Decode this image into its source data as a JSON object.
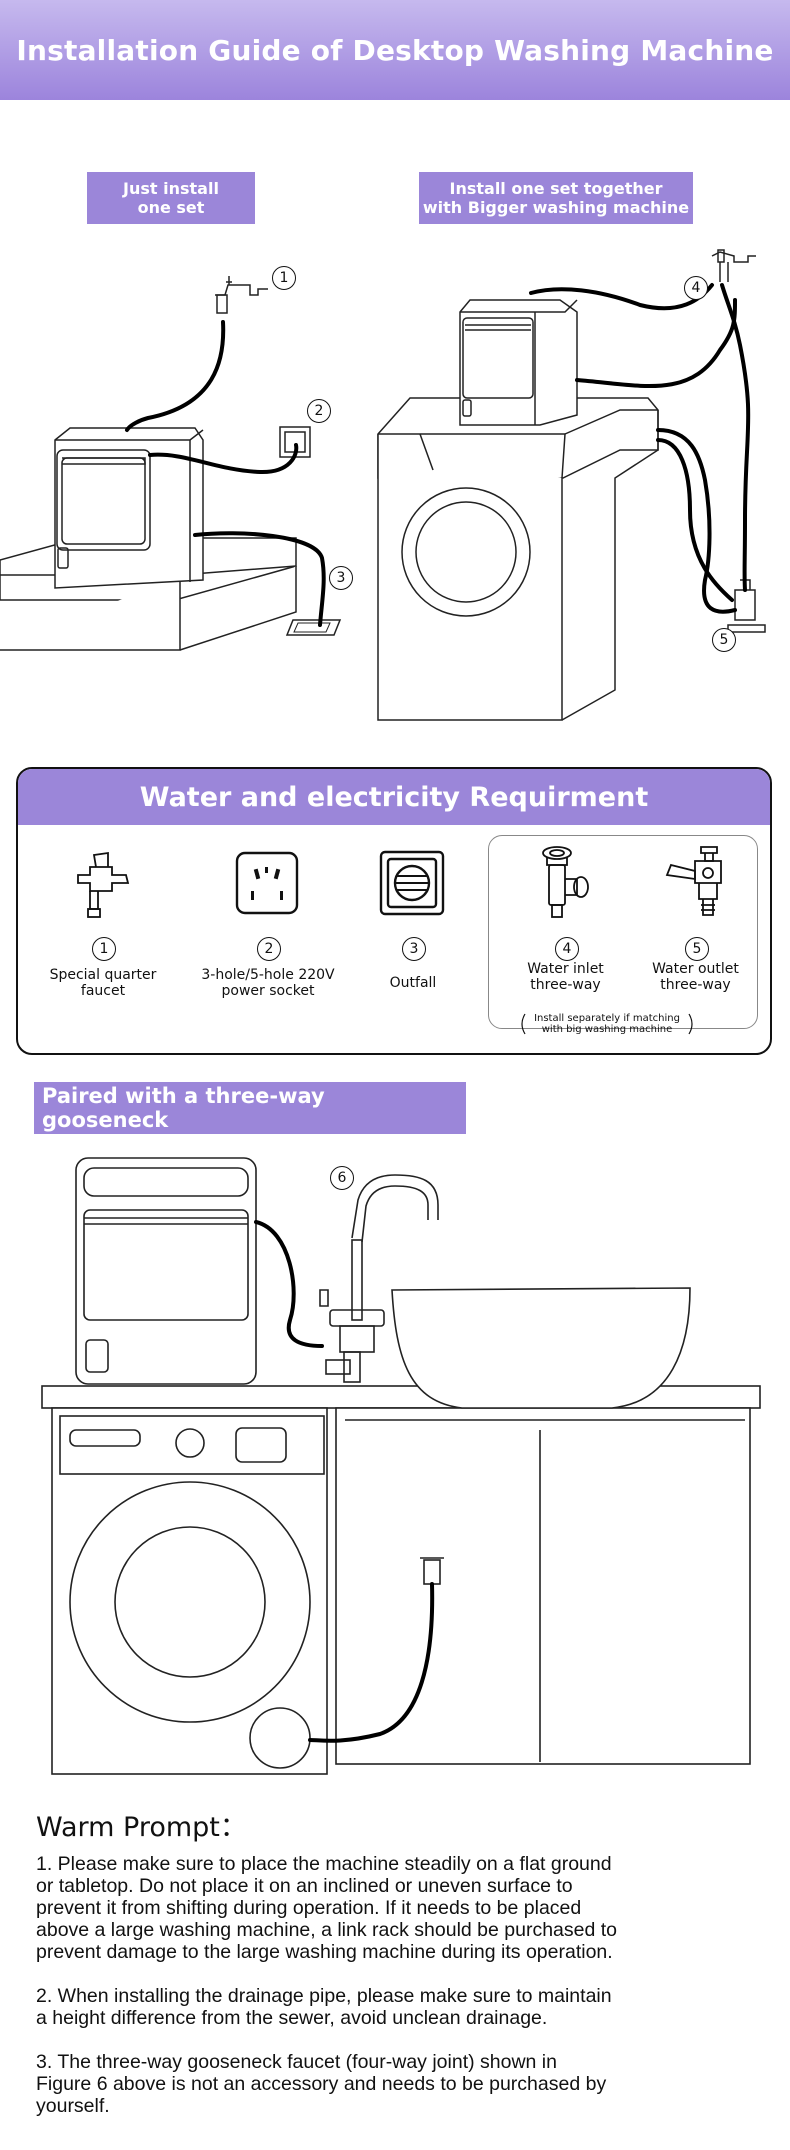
{
  "header": {
    "title": "Installation Guide of Desktop Washing Machine"
  },
  "top": {
    "left_tag": [
      "Just install",
      "one set"
    ],
    "right_tag": [
      "Install one set together",
      "with Bigger washing machine"
    ],
    "markers": [
      "1",
      "2",
      "3",
      "4",
      "5"
    ]
  },
  "requirements": {
    "title": "Water and electricity  Requirment",
    "items": [
      {
        "num": "1",
        "label": [
          "Special quarter",
          "faucet"
        ],
        "icon": "faucet-icon"
      },
      {
        "num": "2",
        "label": [
          "3-hole/5-hole 220V",
          "power socket"
        ],
        "icon": "power-socket-icon"
      },
      {
        "num": "3",
        "label": [
          "Outfall",
          ""
        ],
        "icon": "floor-drain-icon"
      },
      {
        "num": "4",
        "label": [
          "Water inlet",
          "three-way"
        ],
        "icon": "inlet-three-way-icon"
      },
      {
        "num": "5",
        "label": [
          "Water outlet",
          "three-way"
        ],
        "icon": "outlet-three-way-icon"
      }
    ],
    "note": [
      "Install separately if matching",
      "with big washing machine"
    ]
  },
  "paired": {
    "title": [
      "Paired with a three-way gooseneck",
      "faucet (four-way joint)"
    ],
    "marker": "6"
  },
  "warm": {
    "title": "Warm Prompt：",
    "p1": [
      "1. Please make sure to place the machine steadily on a flat ground",
      "or tabletop. Do not place it on an inclined or uneven surface to",
      "prevent it from shifting during operation. If it needs to be placed",
      "above a large washing machine, a link rack should be purchased to",
      "prevent damage to the large washing machine during its operation."
    ],
    "p2": [
      "2. When installing the drainage pipe, please make sure to maintain",
      "a height difference from the sewer, avoid unclean drainage."
    ],
    "p3": [
      "3.  The three-way gooseneck faucet (four-way joint) shown in",
      "Figure 6 above is not an accessory and needs to be purchased by",
      "yourself."
    ]
  }
}
